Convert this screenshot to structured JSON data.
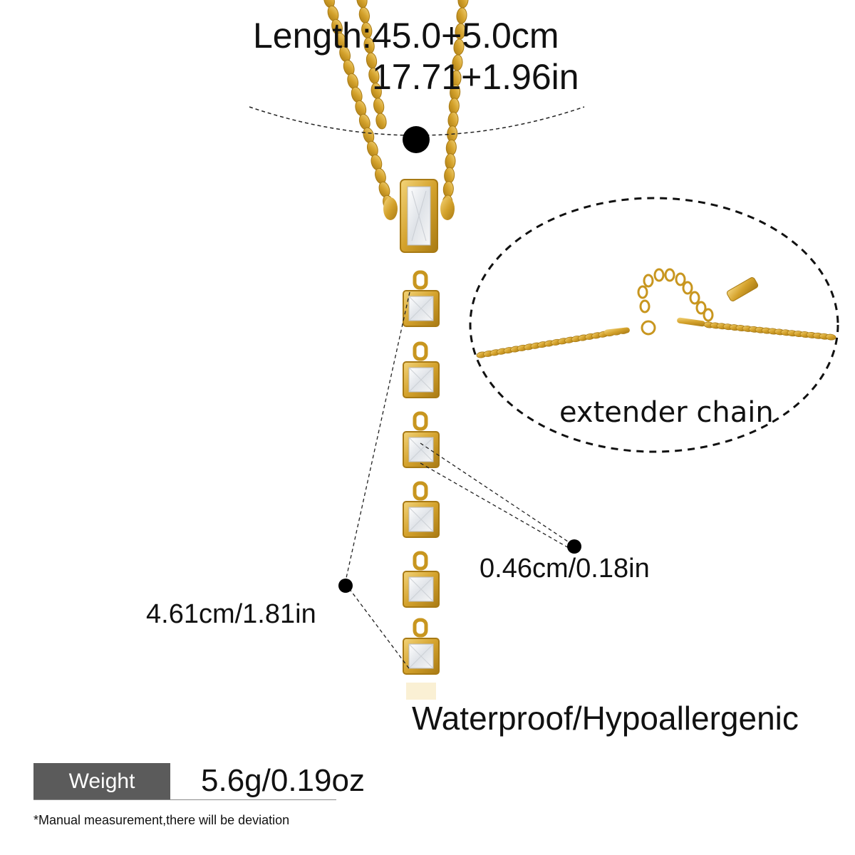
{
  "product": {
    "length_cm": "Length:45.0+5.0cm",
    "length_in": "17.71+1.96in",
    "pendant_width": "0.46cm/0.18in",
    "pendant_length": "4.61cm/1.81in",
    "features": "Waterproof/Hypoallergenic",
    "extender_label": "extender chain",
    "weight_label": "Weight",
    "weight_value": "5.6g/0.19oz",
    "disclaimer": "*Manual measurement,there will be deviation"
  },
  "colors": {
    "gold": "#d4a22c",
    "gold_light": "#f0cf6a",
    "gold_dark": "#a87a14",
    "weight_box": "#5b5b5b"
  },
  "icons": {
    "pendant": "baguette-crystal-pendant",
    "chain": "gold-rice-bead-chain",
    "extender": "extender-chain-closeup"
  }
}
